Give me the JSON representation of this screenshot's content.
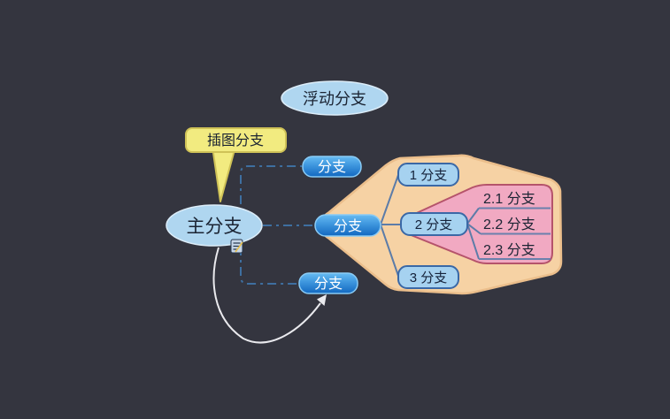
{
  "mindmap": {
    "floating_topic": "浮动分支",
    "callout_topic": "插图分支",
    "central_topic": "主分支",
    "branch_top": "分支",
    "branch_middle": "分支",
    "branch_bottom": "分支",
    "subtopic_1": "1 分支",
    "subtopic_2": "2 分支",
    "subtopic_3": "3 分支",
    "subtopic_2_1": "2.1 分支",
    "subtopic_2_2": "2.2 分支",
    "subtopic_2_3": "2.3 分支",
    "icons": {
      "notes_icon": "notes-icon"
    },
    "colors": {
      "background": "#34353F",
      "topic_ellipse_fill": "#AFD6F0",
      "topic_ellipse_border": "#DCEDF9",
      "topic_text": "#1B2433",
      "callout_fill": "#F2EB80",
      "callout_border": "#CFC257",
      "node_gradient_top": "#66BBF2",
      "node_gradient_bottom": "#1268C0",
      "node_border": "#8ACBF5",
      "node_text": "#FFFFFF",
      "subtopic_fill": "#A6D2F0",
      "subtopic_border": "#3A68A6",
      "boundary_orange_fill": "#F6D2A4",
      "boundary_orange_border": "#EBBE8B",
      "boundary_pink_fill": "#F1A9C2",
      "boundary_pink_border": "#B5536B",
      "connector_dash": "#3E6FA0",
      "connector_solid": "#5C7CA8",
      "underline": "#6B80AC",
      "relationship_line": "#EAEAEE"
    }
  }
}
